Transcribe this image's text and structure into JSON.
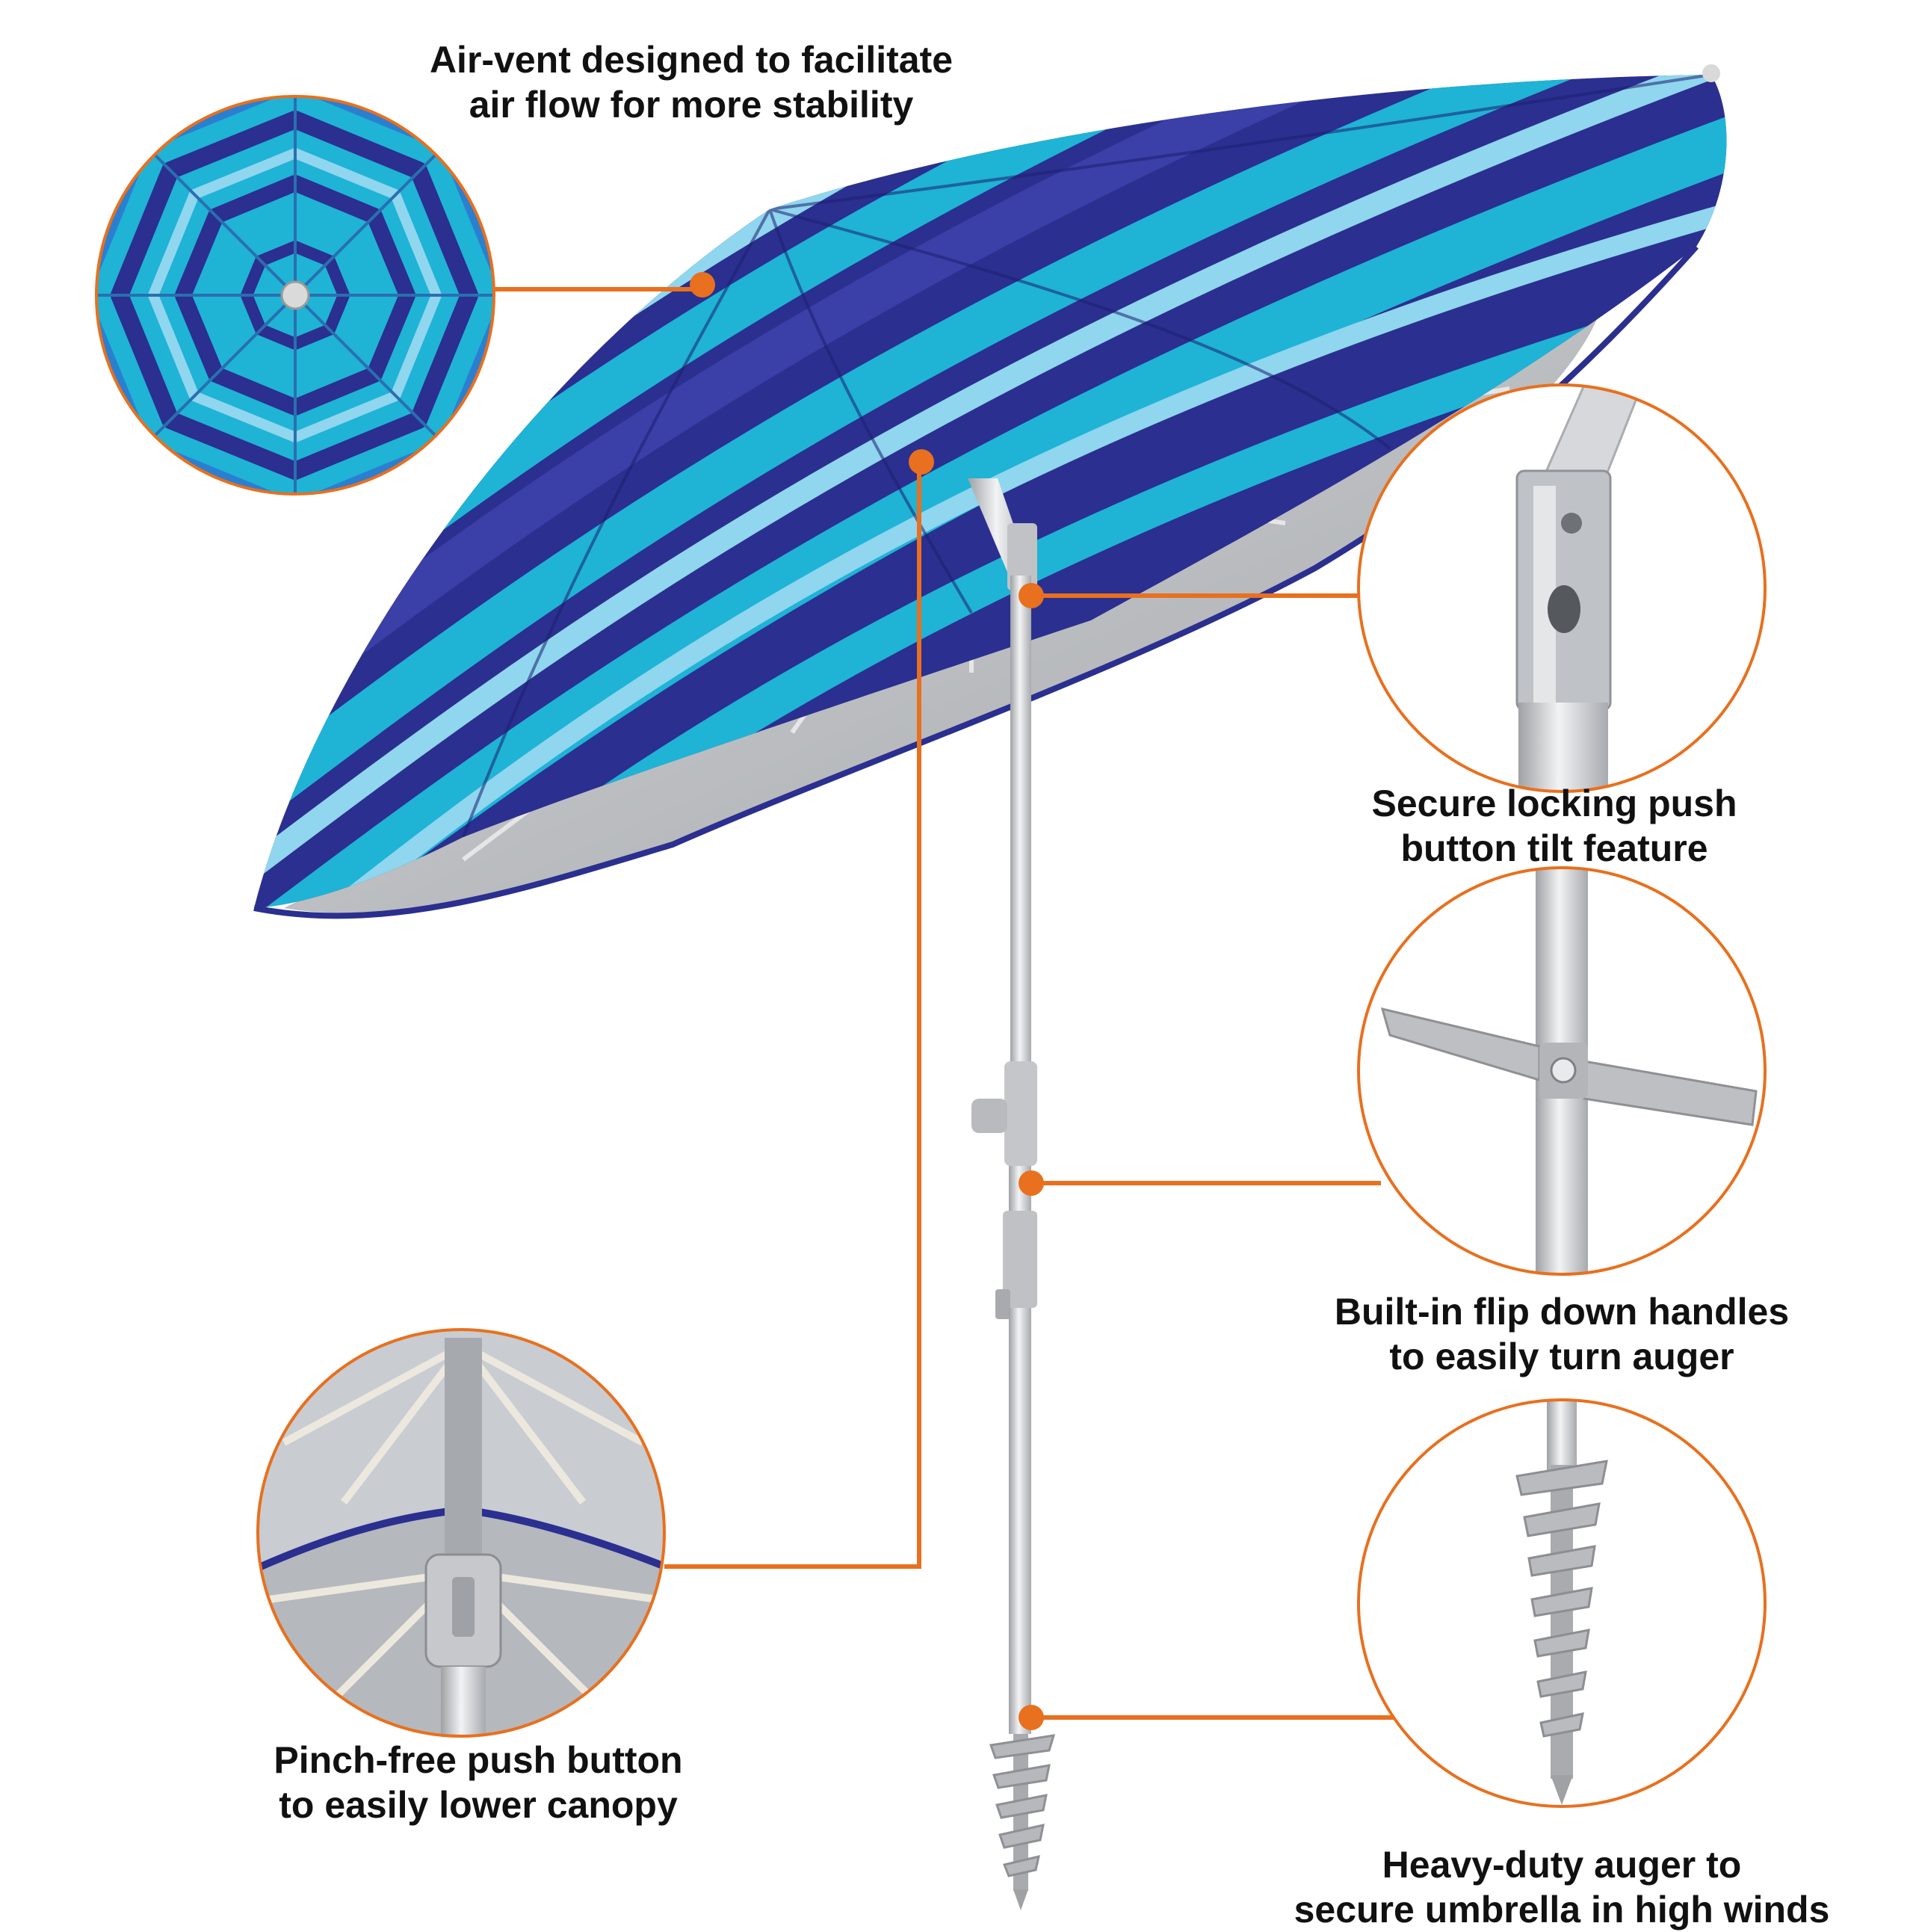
{
  "colors": {
    "accent_orange": "#E8701E",
    "canopy_navy": "#2B2F8F",
    "canopy_turquoise": "#1FB3D6",
    "canopy_sky": "#8FD6EE",
    "canopy_underside": "#B9BBBE",
    "pole_silver": "#C9CBCE"
  },
  "features": [
    {
      "id": "air-vent",
      "line1": "Air-vent designed to facilitate",
      "line2": "air flow for more stability",
      "icon": "canopy-top-view-icon"
    },
    {
      "id": "tilt",
      "line1": "Secure locking push",
      "line2": "button tilt feature",
      "icon": "tilt-joint-icon"
    },
    {
      "id": "handles",
      "line1": "Built-in flip down handles",
      "line2": "to easily turn auger",
      "icon": "flip-handles-icon"
    },
    {
      "id": "pinch",
      "line1": "Pinch-free push button",
      "line2": "to easily lower canopy",
      "icon": "canopy-runner-icon"
    },
    {
      "id": "auger",
      "line1": "Heavy-duty auger to",
      "line2": "secure umbrella in high winds",
      "icon": "auger-screw-icon"
    }
  ]
}
